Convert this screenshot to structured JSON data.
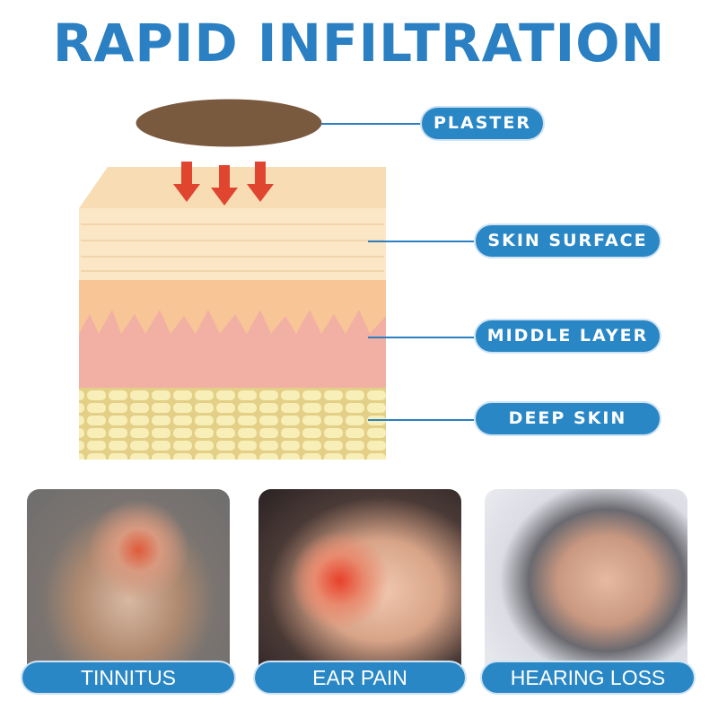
{
  "title": "RAPID INFILTRATION",
  "labels": {
    "plaster": "PLASTER",
    "skin_surface": "SKIN SURFACE",
    "middle_layer": "MIDDLE LAYER",
    "deep_skin": "DEEP SKIN"
  },
  "symptoms": [
    {
      "label": "TINNITUS"
    },
    {
      "label": "EAR PAIN"
    },
    {
      "label": "HEARING LOSS"
    }
  ],
  "colors": {
    "accent": "#2a87c6",
    "arrow": "#e0452f",
    "plaster": "#7a5a3f"
  }
}
